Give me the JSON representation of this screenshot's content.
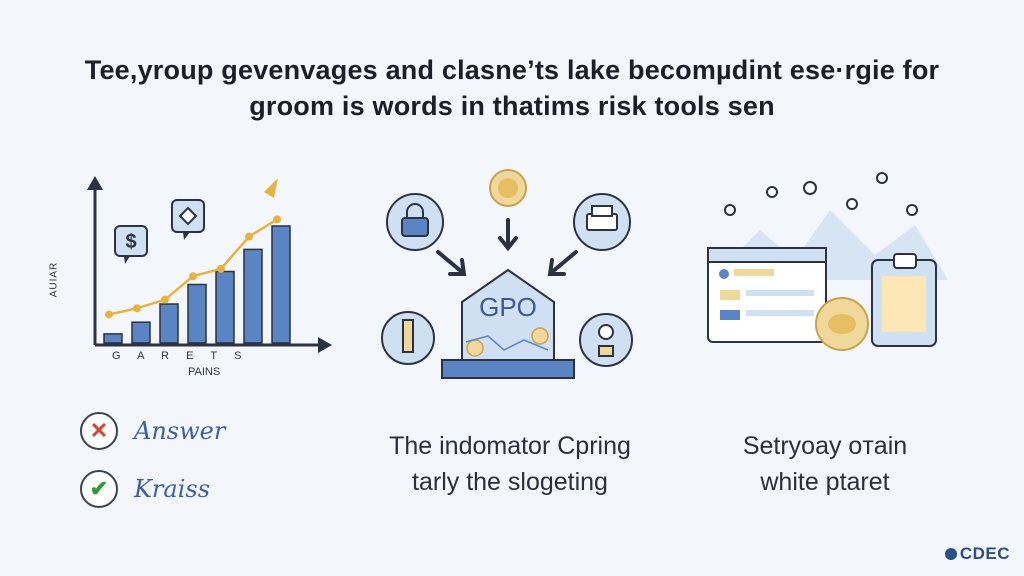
{
  "headline": {
    "line1": "Tee,yroup gevenvages and clasne’ts lake becomµdint ese·rgie for",
    "line2": "groom is words in thatims risk tools sen"
  },
  "chart": {
    "y_axis_label": "AUIAR",
    "x_ticks": "G   A   R   E   T   S",
    "x_axis_label": "PAINS",
    "bars": [
      0.07,
      0.16,
      0.3,
      0.45,
      0.55,
      0.72,
      0.9
    ],
    "trend": [
      0.15,
      0.2,
      0.27,
      0.46,
      0.52,
      0.78,
      0.92
    ]
  },
  "checklist": {
    "items": [
      {
        "mark": "✕",
        "label": "Answer"
      },
      {
        "mark": "✔",
        "label": "Kraiss"
      }
    ]
  },
  "center": {
    "house_label": "GPO",
    "caption_line1": "The indomator Cpring",
    "caption_line2": "tarly the slogeting"
  },
  "right": {
    "caption_line1": "Setryoay oтain",
    "caption_line2": "white ptaret"
  },
  "logo": {
    "text": "CDEC"
  },
  "colors": {
    "bar_blue": "#5b84c4",
    "trend_gold": "#e8b33c",
    "light_blue": "#cfe0f3",
    "ink": "#2b3242"
  },
  "icons": [
    "dollar-bubble-icon",
    "diamond-bubble-icon",
    "lock-icon",
    "coin-icon",
    "printer-icon",
    "pen-icon",
    "gears-icon",
    "browser-window-icon",
    "coin-stack-icon",
    "clipboard-icon"
  ]
}
